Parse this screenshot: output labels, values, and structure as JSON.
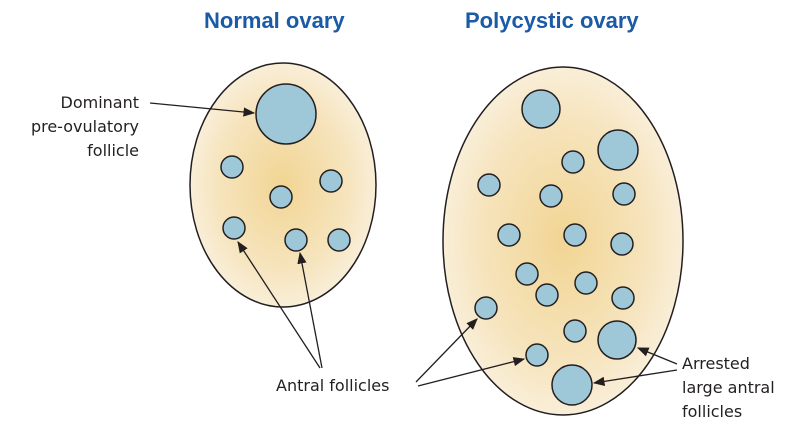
{
  "titles": {
    "normal": "Normal ovary",
    "polycystic": "Polycystic ovary"
  },
  "labels": {
    "dominant": [
      "Dominant",
      "pre-ovulatory",
      "follicle"
    ],
    "antral": "Antral follicles",
    "arrested": [
      "Arrested",
      "large antral",
      "follicles"
    ]
  },
  "colors": {
    "title": "#1a5aa6",
    "ovary_center": "#f3d89a",
    "ovary_edge": "#f8ecd3",
    "follicle_fill": "#9ec7d8",
    "stroke": "#231f20"
  }
}
